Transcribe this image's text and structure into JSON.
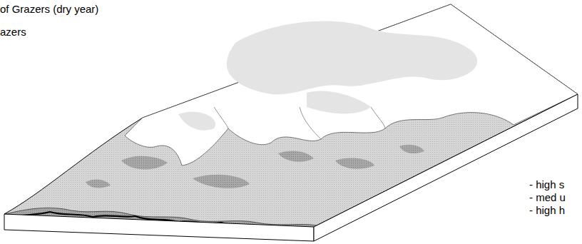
{
  "diagram": {
    "labels": [
      "of Grazers (dry year)",
      "azers",
      "- high s",
      "- med u",
      "- high h"
    ]
  }
}
